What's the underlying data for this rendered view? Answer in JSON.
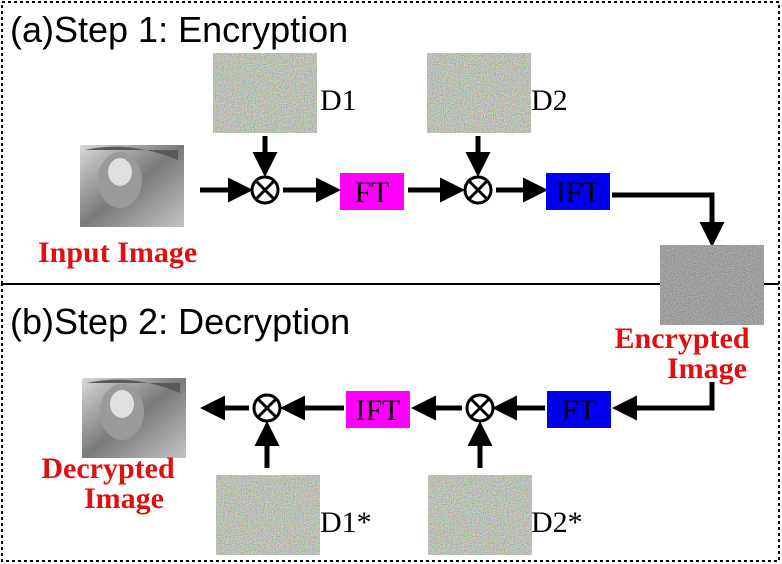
{
  "steps": {
    "encryption_title": "(a)Step 1: Encryption",
    "decryption_title": "(b)Step 2: Decryption"
  },
  "keys": {
    "d1": "D1",
    "d2": "D2",
    "d1_star": "D1*",
    "d2_star": "D2*"
  },
  "blocks": {
    "ft": "FT",
    "ift": "IFT"
  },
  "images": {
    "input_label": "Input Image",
    "encrypted_label_line1": "Encrypted",
    "encrypted_label_line2": "Image",
    "decrypted_label_line1": "Decrypted",
    "decrypted_label_line2": "Image"
  },
  "colors": {
    "label_red": "#e01010",
    "block_magenta": "#ff00ff",
    "block_blue": "#0000ee",
    "frame": "#000000"
  }
}
